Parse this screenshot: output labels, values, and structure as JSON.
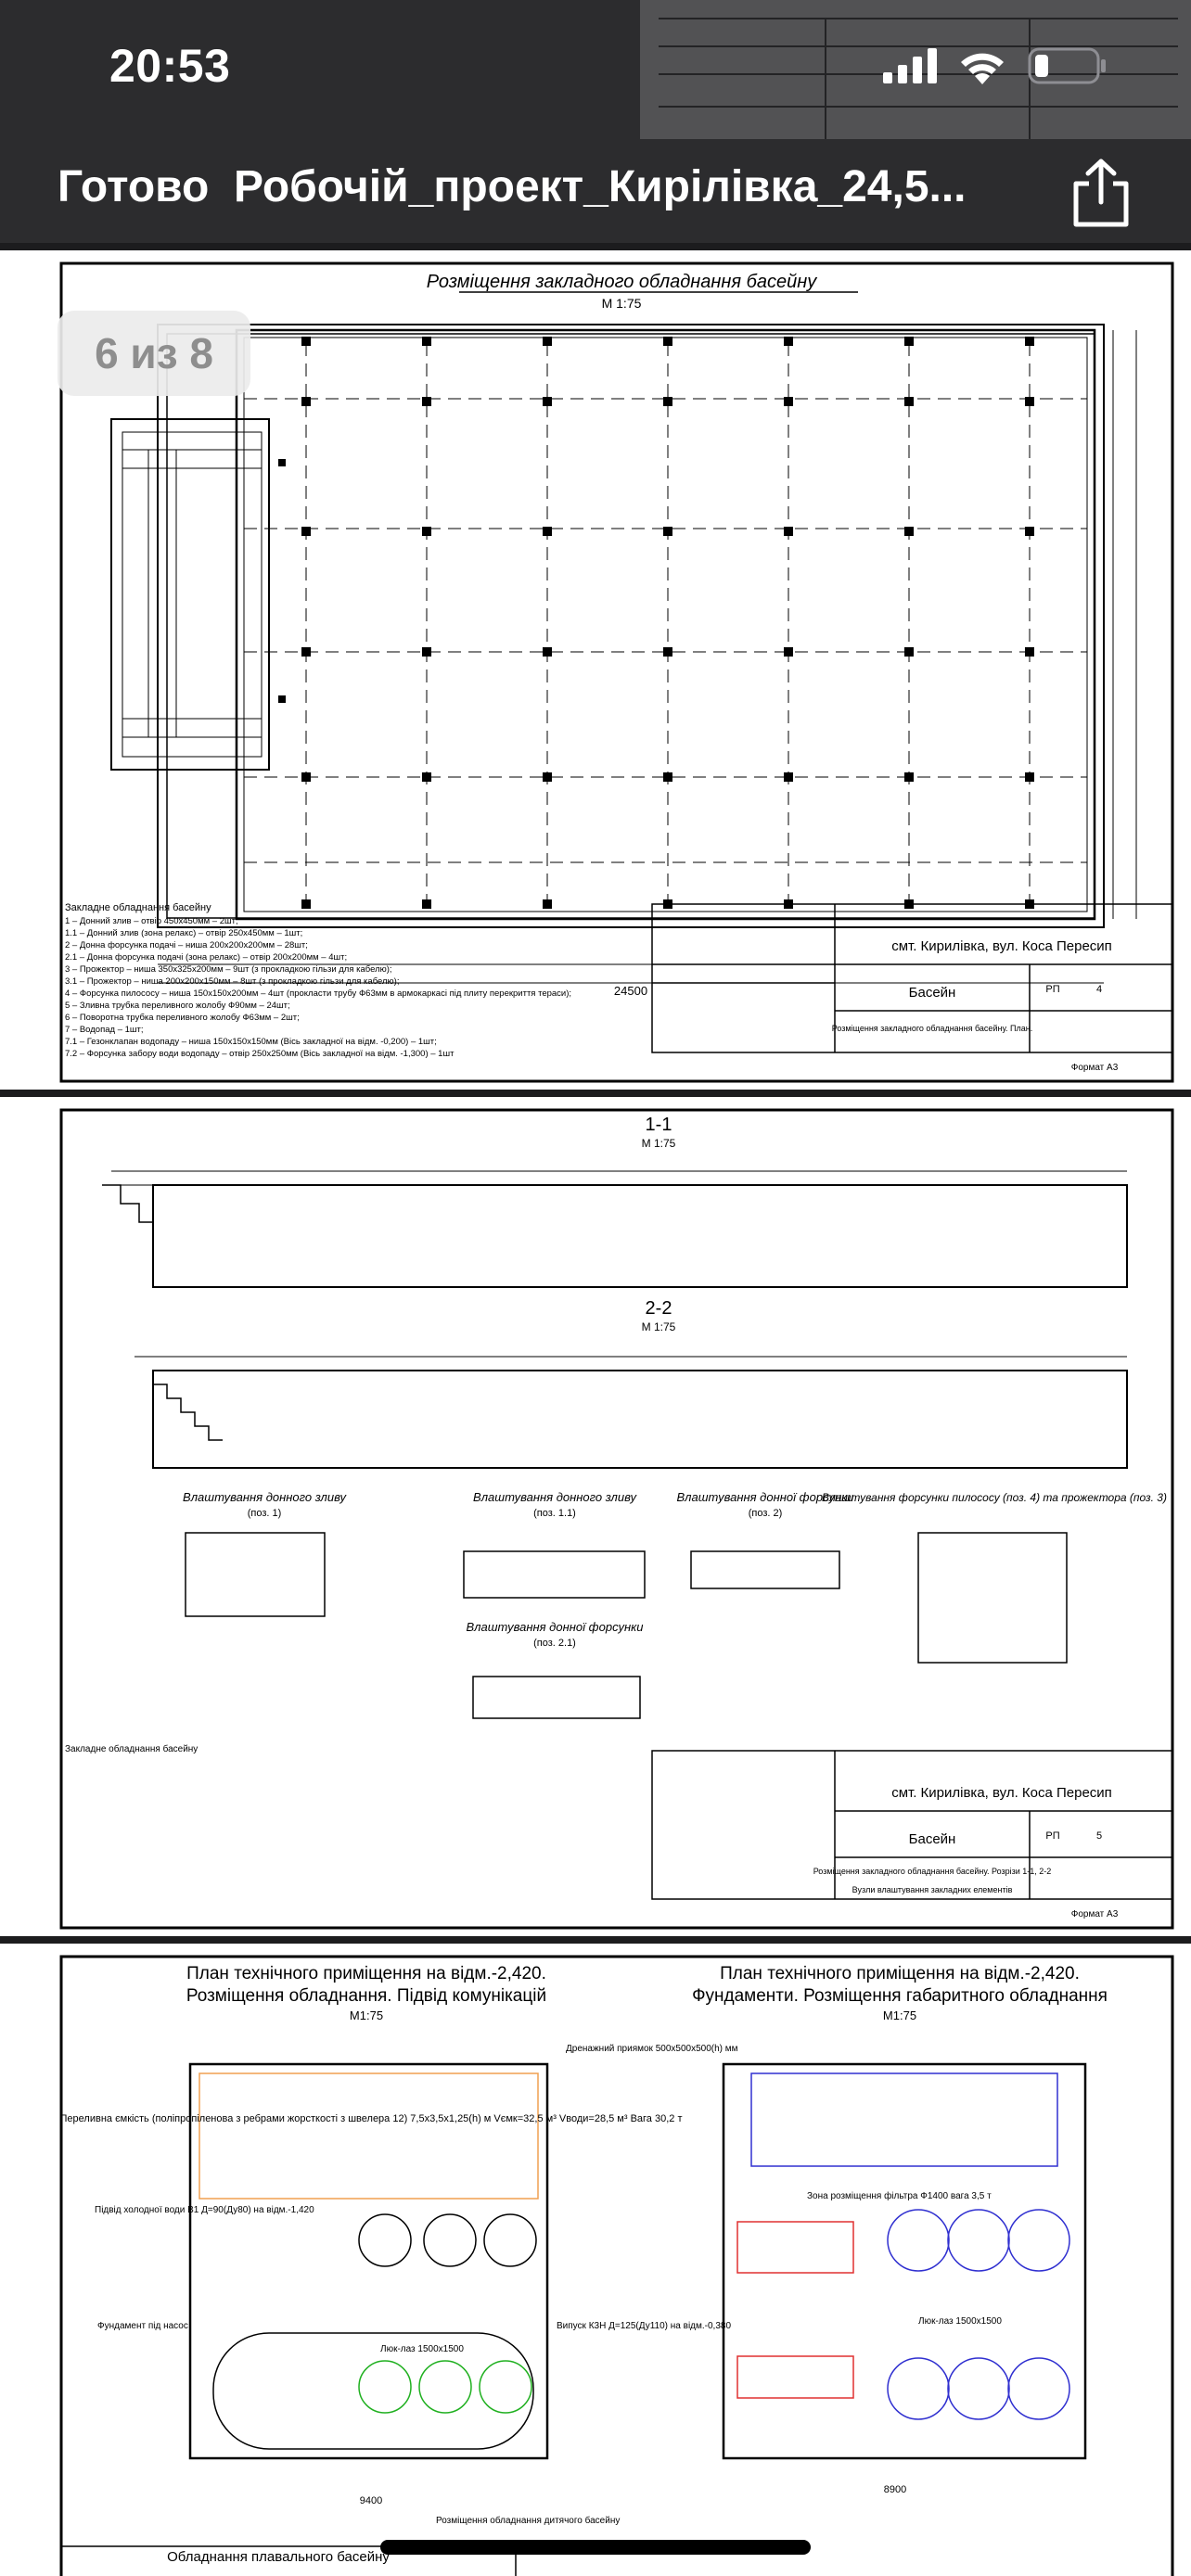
{
  "status_bar": {
    "time": "20:53"
  },
  "nav": {
    "done_label": "Готово",
    "document_title": "Робочій_проект_Кирілівка_24,5..."
  },
  "viewer": {
    "page_counter": "6 из 8"
  },
  "sheet1": {
    "title": "Розміщення закладного обладнання басейну",
    "scale": "М 1:75",
    "overall_dim": "24500",
    "notes_header": "Закладне обладнання басейну",
    "notes": [
      "1 – Донний злив – отвір 450х450мм – 2шт;",
      "1.1 – Донний злив (зона релакс) – отвір 250х450мм – 1шт;",
      "2 – Донна форсунка подачі – ниша 200х200х200мм – 28шт;",
      "2.1 – Донна форсунка подачі (зона релакс) – отвір 200х200мм – 4шт;",
      "3 – Прожектор – ниша 350х325х200мм – 9шт (з прокладкою гільзи для кабелю);",
      "3.1 – Прожектор – ниша 200х200х150мм – 8шт (з прокладкою гільзи для кабелю);",
      "4 – Форсунка пилососу – ниша 150х150х200мм – 4шт (прокласти трубу Ф63мм в армокаркасі під плиту перекриття тераси);",
      "5 – Зливна трубка переливного жолобу Ф90мм – 24шт;",
      "6 – Поворотна трубка переливного жолобу Ф63мм – 2шт;",
      "7 – Водопад – 1шт;",
      "7.1 – Гезонклапан водопаду – ниша 150х150х150мм (Вісь закладної на відм. -0,200) – 1шт;",
      "7.2 – Форсунка забору води водопаду – отвір 250х250мм (Вісь закладної на відм. -1,300) – 1шт"
    ],
    "stamp_address": "смт. Кирилівка, вул. Коса Пересип",
    "stamp_object": "Басейн",
    "stamp_sheet_desc": "Розміщення закладного обладнання басейну. План.",
    "stamp_stage": "РП",
    "stamp_sheet_no": "4",
    "format": "Формат А3"
  },
  "sheet2": {
    "section_a": "1-1",
    "section_b": "2-2",
    "scale": "М 1:75",
    "detail_titles": [
      "Влаштування донного зливу",
      "Влаштування донного зливу",
      "Влаштування донної форсунки",
      "Влаштування форсунки пилососу (поз. 4) та прожектора (поз. 3)",
      "Влаштування донної форсунки"
    ],
    "detail_positions": [
      "(поз. 1)",
      "(поз. 1.1)",
      "(поз. 2)",
      "(поз. 2.1)"
    ],
    "notes_header": "Закладне обладнання басейну",
    "stamp_address": "смт. Кирилівка, вул. Коса Пересип",
    "stamp_object": "Басейн",
    "stamp_sheet_desc": "Розміщення закладного обладнання басейну. Розрізи 1-1, 2-2",
    "stamp_sheet_desc2": "Вузли влаштування закладних елементів",
    "stamp_stage": "РП",
    "stamp_sheet_no": "5",
    "format": "Формат А3"
  },
  "sheet3": {
    "left_title_1": "План технічного приміщення на відм.-2,420.",
    "left_title_2": "Розміщення обладнання. Підвід комунікацій",
    "right_title_1": "План технічного приміщення на відм.-2,420.",
    "right_title_2": "Фундаменти. Розміщення габаритного обладнання",
    "scale": "М1:75",
    "tank_label": "Переливна ємкість (поліпропіленова з ребрами жорсткості з швелера 12) 7,5х3,5х1,25(h) м Vємк=32,5 м³ Vводи=28,5 м³ Вага 30,2 т",
    "drain_pit": "Дренажний приямок 500х500х500(h) мм",
    "cold_water": "Підвід холодної води В1 Д=90(Ду80) на відм.-1,420",
    "pump_foundation": "Фундамент під насос",
    "filter_zone": "Зона розміщення фільтра Ф1400 вага 3,5 т",
    "hatch": "Люк-лаз 1500х1500",
    "outlet": "Випуск К3Н Д=125(Ду110) на відм.-0,380",
    "kids_pool": "Розміщення обладнання дитячого басейну",
    "equipment_table_title": "Обладнання плавального басейну",
    "dim_total_left": "9400",
    "dim_total_right": "8900"
  }
}
